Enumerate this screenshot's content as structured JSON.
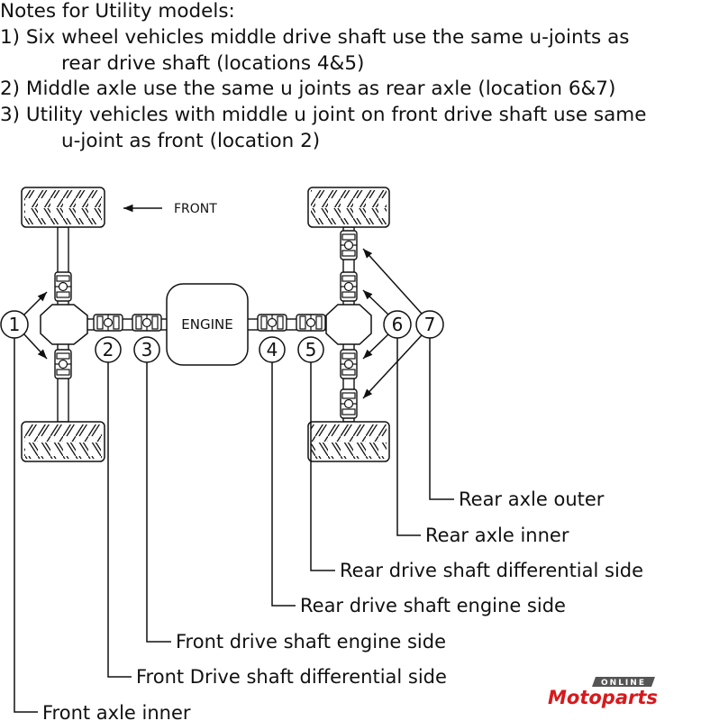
{
  "notes": {
    "title": "Notes for Utility models:",
    "lines": [
      "1) Six wheel vehicles middle drive shaft use the same u-joints as",
      "rear drive shaft (locations 4&5)",
      "2) Middle axle use the same u joints as rear axle (location 6&7)",
      "3) Utility vehicles with middle u joint on front drive shaft use same",
      "u-joint as front (location 2)"
    ]
  },
  "diagram": {
    "front_label": "FRONT",
    "engine_label": "ENGINE",
    "locations": [
      {
        "num": "1",
        "label": "Front axle inner"
      },
      {
        "num": "2",
        "label": "Front Drive shaft differential side"
      },
      {
        "num": "3",
        "label": "Front drive shaft engine side"
      },
      {
        "num": "4",
        "label": "Rear drive shaft engine side"
      },
      {
        "num": "5",
        "label": "Rear drive shaft differential side"
      },
      {
        "num": "6",
        "label": "Rear axle inner"
      },
      {
        "num": "7",
        "label": "Rear axle outer"
      }
    ]
  },
  "logo": {
    "top": "ONLINE",
    "main": "Motoparts",
    "color": "#d7191c"
  }
}
